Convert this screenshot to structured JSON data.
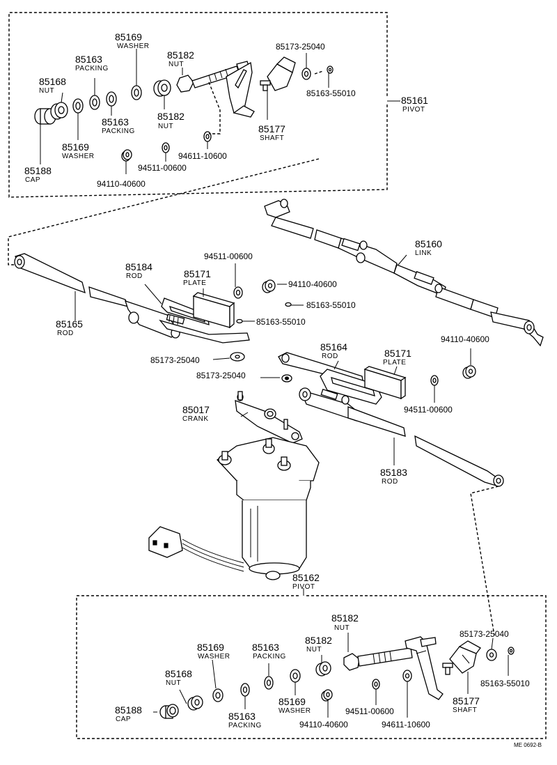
{
  "labels": {
    "p85169a": {
      "num": "85169",
      "name": "WASHER"
    },
    "p85163a": {
      "num": "85163",
      "name": "PACKING"
    },
    "p85168a": {
      "num": "85168",
      "name": "NUT"
    },
    "p85182a": {
      "num": "85182",
      "name": "NUT"
    },
    "p85173a": {
      "num": "85173-25040"
    },
    "p85163_55010a": {
      "num": "85163-55010"
    },
    "p85163b": {
      "num": "85163",
      "name": "PACKING"
    },
    "p85182b": {
      "num": "85182",
      "name": "NUT"
    },
    "p85169b": {
      "num": "85169",
      "name": "WASHER"
    },
    "p85177a": {
      "num": "85177",
      "name": "SHAFT"
    },
    "p85161": {
      "num": "85161",
      "name": "PIVOT"
    },
    "p85188a": {
      "num": "85188",
      "name": "CAP"
    },
    "p94611a": {
      "num": "94611-10600"
    },
    "p94511a": {
      "num": "94511-00600"
    },
    "p94110a": {
      "num": "94110-40600"
    },
    "p85160": {
      "num": "85160",
      "name": "LINK"
    },
    "p94511b": {
      "num": "94511-00600"
    },
    "p85184": {
      "num": "85184",
      "name": "ROD"
    },
    "p85171a": {
      "num": "85171",
      "name": "PLATE"
    },
    "p94110b": {
      "num": "94110-40600"
    },
    "p85163_55010b": {
      "num": "85163-55010"
    },
    "p85163_55010c": {
      "num": "85163-55010"
    },
    "p85165": {
      "num": "85165",
      "name": "ROD"
    },
    "p94110c": {
      "num": "94110-40600"
    },
    "p85164": {
      "num": "85164",
      "name": "ROD"
    },
    "p85171b": {
      "num": "85171",
      "name": "PLATE"
    },
    "p85173b": {
      "num": "85173-25040"
    },
    "p85173c": {
      "num": "85173-25040"
    },
    "p94511c": {
      "num": "94511-00600"
    },
    "p85017": {
      "num": "85017",
      "name": "CRANK"
    },
    "p85183": {
      "num": "85183",
      "name": "ROD"
    },
    "p85162": {
      "num": "85162",
      "name": "PIVOT"
    },
    "p85182c": {
      "num": "85182",
      "name": "NUT"
    },
    "p85173d": {
      "num": "85173-25040"
    },
    "p85169c": {
      "num": "85169",
      "name": "WASHER"
    },
    "p85163c": {
      "num": "85163",
      "name": "PACKING"
    },
    "p85182d": {
      "num": "85182",
      "name": "NUT"
    },
    "p85168b": {
      "num": "85168",
      "name": "NUT"
    },
    "p85177b": {
      "num": "85177",
      "name": "SHAFT"
    },
    "p85163_55010d": {
      "num": "85163-55010"
    },
    "p85169d": {
      "num": "85169",
      "name": "WASHER"
    },
    "p94511d": {
      "num": "94511-00600"
    },
    "p85188b": {
      "num": "85188",
      "name": "CAP"
    },
    "p85163d": {
      "num": "85163",
      "name": "PACKING"
    },
    "p94110d": {
      "num": "94110-40600"
    },
    "p94611b": {
      "num": "94611-10600"
    }
  },
  "footer": {
    "ref": "ME 0692-B"
  }
}
